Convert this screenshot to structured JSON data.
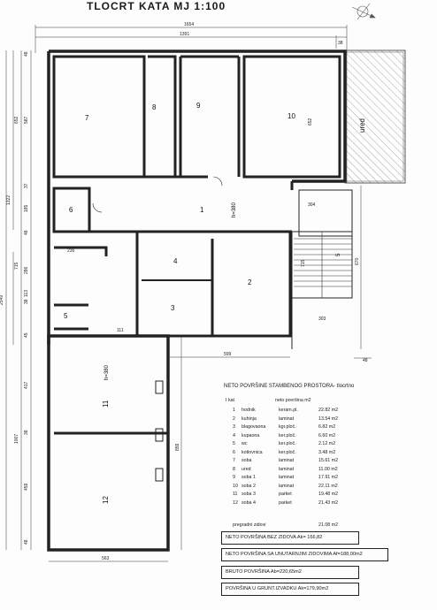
{
  "title": "TLOCRT KATA  MJ 1:100",
  "dimensions": {
    "top_overall": "1654",
    "top_inner": "1391",
    "top_right": "38",
    "left_outer": "2549",
    "left_1322": "1322",
    "left_652": "652",
    "left_587": "587",
    "left_37": "37",
    "left_185": "185",
    "left_48a": "48",
    "left_715": "715",
    "left_286": "286",
    "left_113": "113",
    "left_38": "38",
    "left_45": "45",
    "left_1007": "1007",
    "left_417": "417",
    "left_38b": "38",
    "left_459": "459",
    "left_48b": "48",
    "left_48c": "48",
    "room10_depth": "652",
    "bottom_563": "563",
    "mid_599": "599",
    "right_48": "48",
    "d_236": "236",
    "d_111": "111",
    "d_859": "859",
    "d_304": "304",
    "d_303": "303",
    "d_670": "670",
    "d_715b": "715"
  },
  "rooms": {
    "r7": "7",
    "r8": "8",
    "r9": "9",
    "r10": "10",
    "ured": "ured",
    "r6": "6",
    "r1": "1",
    "h380a": "h=380",
    "r4": "4",
    "r2": "2",
    "r3": "3",
    "r5": "5",
    "r11": "11",
    "h380b": "h=380",
    "r12": "12",
    "stair": "5"
  },
  "legend": {
    "title": "NETO POVRŠINE STAMBENOG PROSTORA- tlocrtno",
    "col_kat": "I kat",
    "col_area": "neto površina m2",
    "rows": [
      {
        "n": "1",
        "name": "hodnik",
        "floor": "keram.pl.",
        "area": "22.82 m2"
      },
      {
        "n": "2",
        "name": "kuhinja",
        "floor": "laminat",
        "area": "13.54 m2"
      },
      {
        "n": "3",
        "name": "blagovaona",
        "floor": "kgr.ploč.",
        "area": "6.82 m2"
      },
      {
        "n": "4",
        "name": "kupaona",
        "floor": "ker.ploč.",
        "area": "6.60 m2"
      },
      {
        "n": "5",
        "name": "wc",
        "floor": "ker.ploč.",
        "area": "2.12 m2"
      },
      {
        "n": "6",
        "name": "kotlovnica",
        "floor": "ker.ploč.",
        "area": "3.48 m2"
      },
      {
        "n": "7",
        "name": "soba",
        "floor": "laminat",
        "area": "15.61 m2"
      },
      {
        "n": "8",
        "name": "ured",
        "floor": "laminat",
        "area": "11.00 m2"
      },
      {
        "n": "9",
        "name": "soba 1",
        "floor": "laminat",
        "area": "17.91 m2"
      },
      {
        "n": "10",
        "name": "soba 2",
        "floor": "laminat",
        "area": "22.11 m2"
      },
      {
        "n": "11",
        "name": "soba 3",
        "floor": "parket",
        "area": "19.48 m2"
      },
      {
        "n": "12",
        "name": "soba 4",
        "floor": "parket",
        "area": "21.43 m2"
      }
    ],
    "pregradni_label": "pregradni zidovi",
    "pregradni_value": "21.08 m2",
    "summary": [
      "NETO POVRŠINA BEZ ZIDOVA    Ak= 166,82",
      "NETO POVRŠINA SA UNUTARNJIM ZIDOVIMA Af=188,00m2",
      "BRUTO POVRŠINA   Ab=220,65m2",
      "POVRŠINA U GRUNT.IZVADKU    Ak=179,90m2"
    ]
  }
}
